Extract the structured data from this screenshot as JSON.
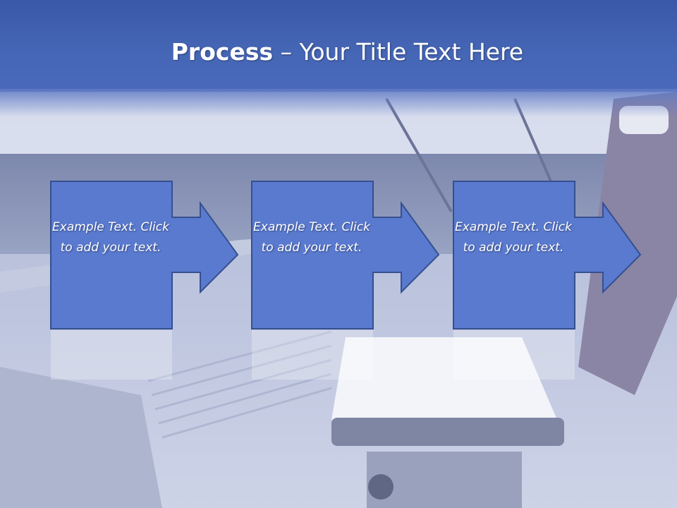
{
  "slide": {
    "title_bold": "Process",
    "title_rest": " – Your Title Text Here"
  },
  "steps": [
    {
      "text": "Example Text. Click  to add your text."
    },
    {
      "text": "Example Text. Click  to add your text."
    },
    {
      "text": "Example Text. Click  to add your text."
    }
  ],
  "colors": {
    "title_band": "#4565b5",
    "box_fill": "#5a7ad0",
    "box_border": "#35508f",
    "text": "#ffffff"
  }
}
